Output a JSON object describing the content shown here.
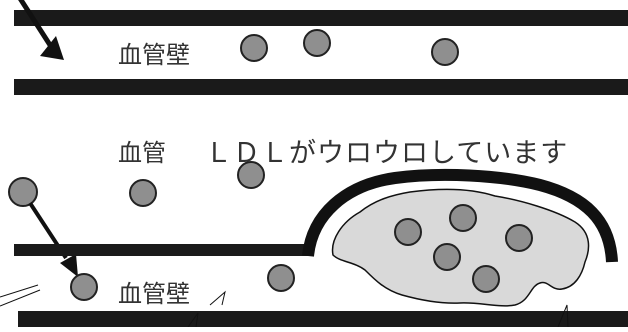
{
  "labels": {
    "vessel_wall_top": "血管壁",
    "vessel": "血管",
    "ldl_caption": "ＬＤＬがウロウロしています",
    "vessel_wall_bottom": "血管壁"
  },
  "colors": {
    "wall": "#1a1a1a",
    "ldl_fill": "#8f8f8f",
    "ldl_stroke": "#222222",
    "plaque_fill": "#d9d9d9",
    "arrow": "#111111",
    "text": "#333333"
  },
  "icons": {
    "ldl_particle": "filled-circle",
    "plaque": "irregular-blob",
    "movement": "arrow"
  }
}
